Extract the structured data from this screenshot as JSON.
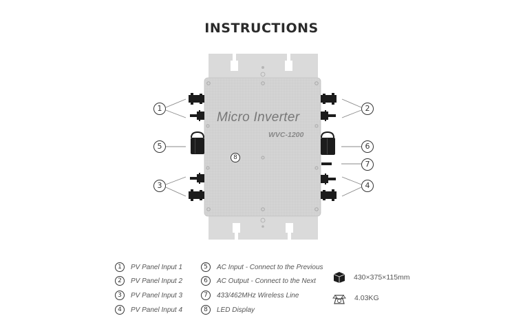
{
  "header": {
    "title": "INSTRUCTIONS"
  },
  "device": {
    "name": "Micro Inverter",
    "model": "WVC-1200",
    "callouts": [
      {
        "number": "1",
        "side": "left"
      },
      {
        "number": "2",
        "side": "right"
      },
      {
        "number": "3",
        "side": "left"
      },
      {
        "number": "4",
        "side": "right"
      },
      {
        "number": "5",
        "side": "left"
      },
      {
        "number": "6",
        "side": "right"
      },
      {
        "number": "7",
        "side": "right"
      },
      {
        "number": "8",
        "side": "center"
      }
    ]
  },
  "legend": [
    {
      "number": "1",
      "label": "PV Panel Input 1"
    },
    {
      "number": "2",
      "label": "PV Panel Input 2"
    },
    {
      "number": "3",
      "label": "PV Panel Input 3"
    },
    {
      "number": "4",
      "label": "PV Panel Input 4"
    },
    {
      "number": "5",
      "label": "AC Input - Connect to the Previous"
    },
    {
      "number": "6",
      "label": "AC Output - Connect to the Next"
    },
    {
      "number": "7",
      "label": "433/462MHz Wireless Line"
    },
    {
      "number": "8",
      "label": "LED Display"
    }
  ],
  "specs": {
    "dimensions": {
      "icon": "box-icon",
      "value": "430×375×115mm"
    },
    "weight": {
      "icon": "scale-icon",
      "value": "4.03KG"
    }
  },
  "colors": {
    "body": "#d4d4d4",
    "bracket": "#dcdcdc",
    "connector": "#1a1a1a",
    "text": "#333333"
  }
}
